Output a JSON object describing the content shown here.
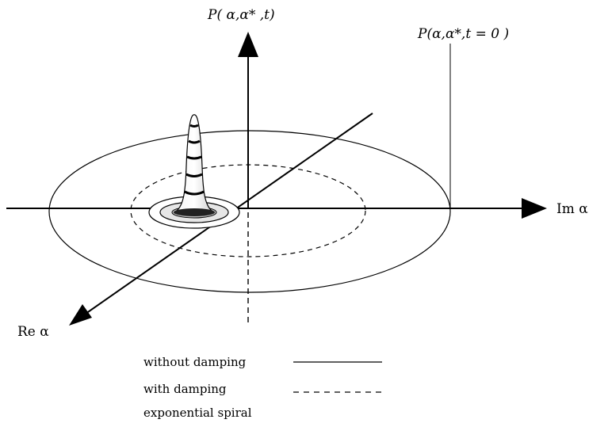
{
  "labels": {
    "p_axis": "P( α,α* ,t)",
    "p_initial": "P(α,α*,t = 0 )",
    "im_axis": "Im α",
    "re_axis": "Re α"
  },
  "legend": {
    "without_damping": "without damping",
    "with_damping_line1": "with damping",
    "with_damping_line2": "exponential spiral"
  }
}
